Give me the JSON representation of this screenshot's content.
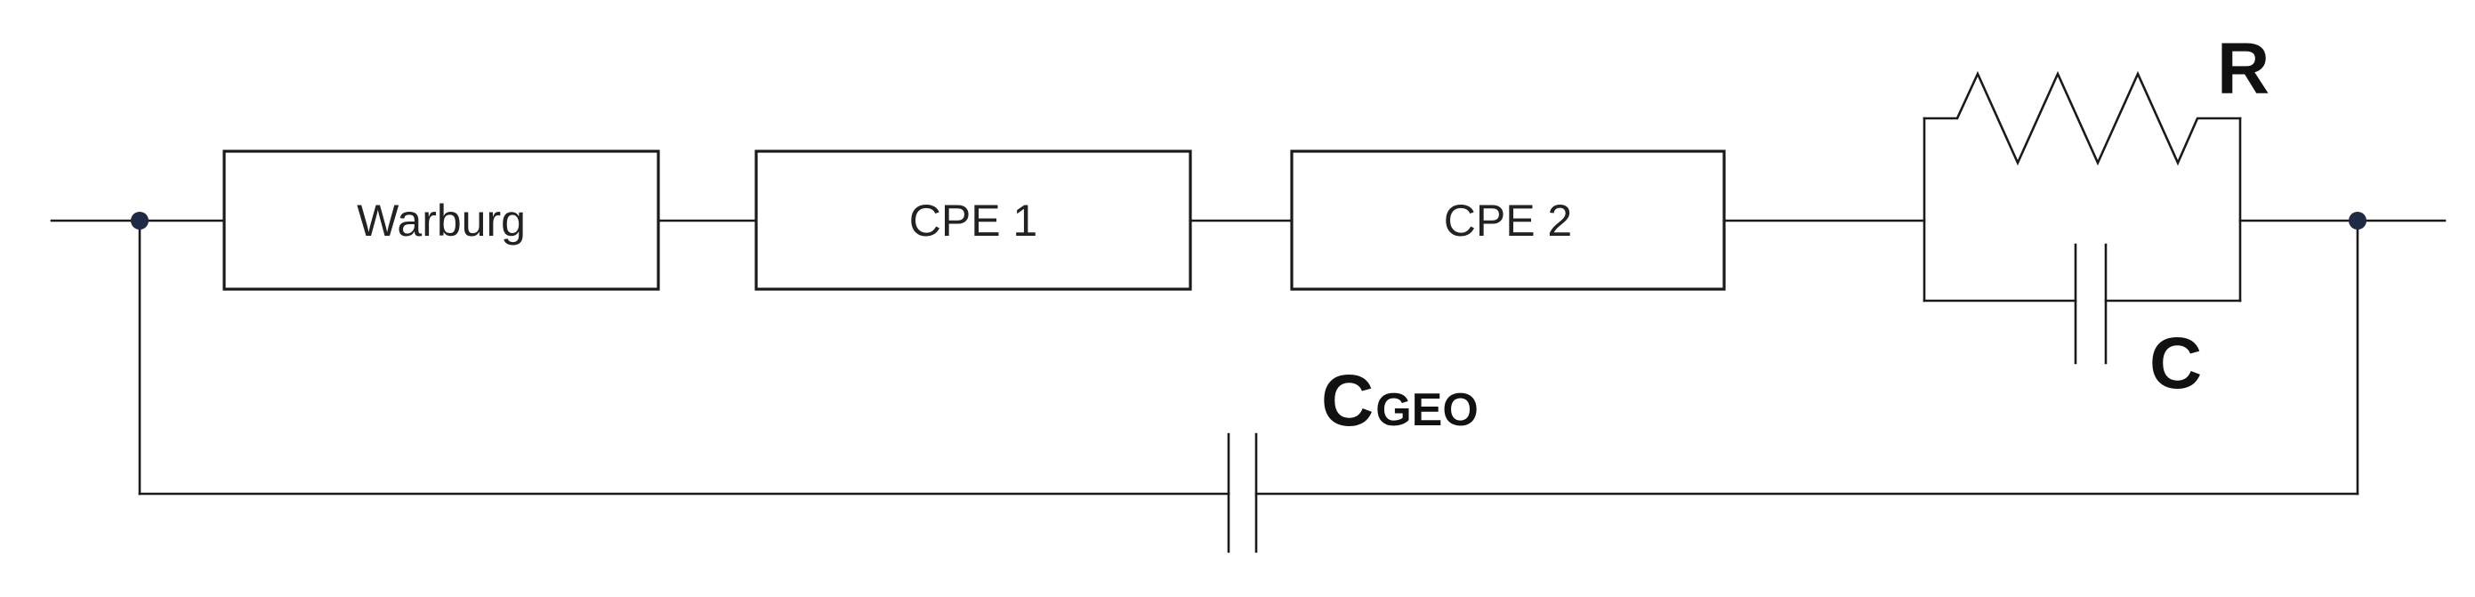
{
  "diagram": {
    "elements": {
      "warburg": "Warburg",
      "cpe1": "CPE 1",
      "cpe2": "CPE 2"
    },
    "labels": {
      "resistor": "R",
      "capacitor": "C",
      "cgeo_main": "C",
      "cgeo_sub": "GEO"
    }
  }
}
